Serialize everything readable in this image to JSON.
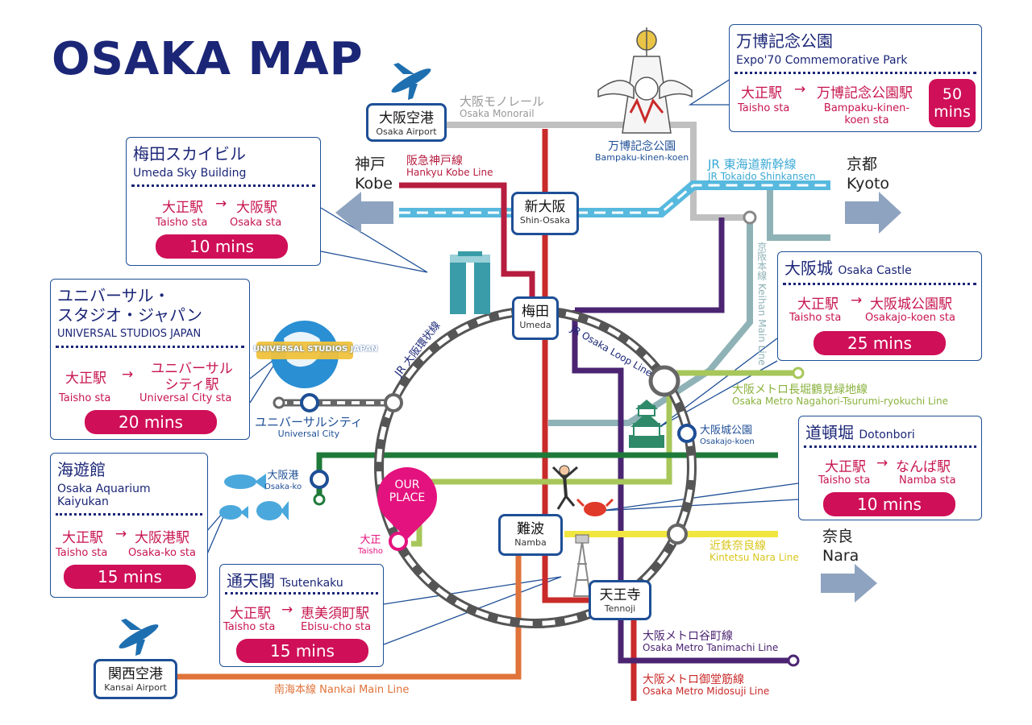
{
  "header": {
    "title": "OSAKA MAP"
  },
  "colors": {
    "navy": "#1b2677",
    "hankyu": "#b61d3f",
    "midosuji": "#c92a2a",
    "tanimachi": "#4b2472",
    "loop": "#666666",
    "monorail": "#c0c0c0",
    "shinkansen": "#6ec7e6",
    "keihan": "#8fb2b7",
    "nagahori": "#a7c75a",
    "chuo": "#1f7a3a",
    "kintetsu": "#f1e63f",
    "nankai": "#e0733a",
    "accent": "#cf0f58",
    "pin": "#e4127e"
  },
  "stations": {
    "itami": {
      "ja": "大阪空港",
      "en": "Osaka Airport"
    },
    "shinosaka": {
      "ja": "新大阪",
      "en": "Shin-Osaka"
    },
    "umeda": {
      "ja": "梅田",
      "en": "Umeda"
    },
    "namba": {
      "ja": "難波",
      "en": "Namba"
    },
    "tennoji": {
      "ja": "天王寺",
      "en": "Tennoji"
    },
    "kansai": {
      "ja": "関西空港",
      "en": "Kansai Airport"
    }
  },
  "labels": {
    "monorail_ja": "大阪モノレール",
    "monorail_en": "Osaka Monorail",
    "hankyu_ja": "阪急神戸線",
    "hankyu_en": "Hankyu Kobe Line",
    "shinkansen_ja": "JR 東海道新幹線",
    "shinkansen_en": "JR Tokaido Shinkansen",
    "bampaku_ja": "万博記念公園",
    "bampaku_en": "Bampaku-kinen-koen",
    "keihan_ja": "京阪本線",
    "keihan_en": "Keihan Main Line",
    "loop_en": "JR Osaka Loop Line",
    "loop_ja": "JR 大阪環状線",
    "nagahori_ja": "大阪メトロ長堀鶴見緑地線",
    "nagahori_en": "Osaka Metro Nagahori-Tsurumi-ryokuchi Line",
    "osakajo_ja": "大阪城公園",
    "osakajo_en": "Osakajo-koen",
    "univcity_ja": "ユニバーサルシティ",
    "univcity_en": "Universal City",
    "osakako_ja": "大阪港",
    "osakako_en": "Osaka-ko",
    "taisho_ja": "大正",
    "taisho_en": "Taisho",
    "kintetsu_ja": "近鉄奈良線",
    "kintetsu_en": "Kintetsu Nara Line",
    "tanimachi_ja": "大阪メトロ谷町線",
    "tanimachi_en": "Osaka Metro Tanimachi Line",
    "midosuji_ja": "大阪メトロ御堂筋線",
    "midosuji_en": "Osaka Metro Midosuji Line",
    "nankai": "南海本線 Nankai Main Line",
    "usj_logo": "UNIVERSAL STUDIOS JAPAN",
    "pin": "OUR PLACE"
  },
  "cities": {
    "kobe": {
      "ja": "神戸",
      "en": "Kobe"
    },
    "kyoto": {
      "ja": "京都",
      "en": "Kyoto"
    },
    "nara": {
      "ja": "奈良",
      "en": "Nara"
    }
  },
  "cards": {
    "expo": {
      "title": "万博記念公園",
      "sub": "Expo'70 Commemorative Park",
      "from_ja": "大正駅",
      "arrow": "→",
      "to_ja": "万博記念公園駅",
      "from_en": "Taisho sta",
      "to_en": "Bampaku-kinen-koen sta",
      "time_num": "50",
      "time_unit": "mins"
    },
    "umeda": {
      "title": "梅田スカイビル",
      "sub": "Umeda Sky Building",
      "from_ja": "大正駅",
      "arrow": "→",
      "to_ja": "大阪駅",
      "from_en": "Taisho sta",
      "to_en": "Osaka sta",
      "time": "10 mins"
    },
    "usj": {
      "title1": "ユニバーサル・",
      "title2": "スタジオ・ジャパン",
      "sub": "UNIVERSAL STUDIOS JAPAN",
      "from_ja": "大正駅",
      "arrow": "→",
      "to_ja1": "ユニバーサル",
      "to_ja2": "シティ駅",
      "from_en": "Taisho sta",
      "to_en": "Universal City sta",
      "time": "20 mins"
    },
    "aquarium": {
      "title": "海遊館",
      "sub1": "Osaka Aquarium",
      "sub2": "Kaiyukan",
      "from_ja": "大正駅",
      "arrow": "→",
      "to_ja": "大阪港駅",
      "from_en": "Taisho sta",
      "to_en": "Osaka-ko sta",
      "time": "15 mins"
    },
    "tsutenkaku": {
      "title": "通天閣",
      "title_en": "Tsutenkaku",
      "from_ja": "大正駅",
      "arrow": "→",
      "to_ja": "恵美須町駅",
      "from_en": "Taisho sta",
      "to_en": "Ebisu-cho sta",
      "time": "15 mins"
    },
    "castle": {
      "title": "大阪城",
      "title_en": "Osaka Castle",
      "from_ja": "大正駅",
      "arrow": "→",
      "to_ja": "大阪城公園駅",
      "from_en": "Taisho sta",
      "to_en": "Osakajo-koen sta",
      "time": "25 mins"
    },
    "dotonbori": {
      "title": "道頓堀",
      "title_en": "Dotonbori",
      "from_ja": "大正駅",
      "arrow": "→",
      "to_ja": "なんば駅",
      "from_en": "Taisho sta",
      "to_en": "Namba sta",
      "time": "10 mins"
    }
  }
}
